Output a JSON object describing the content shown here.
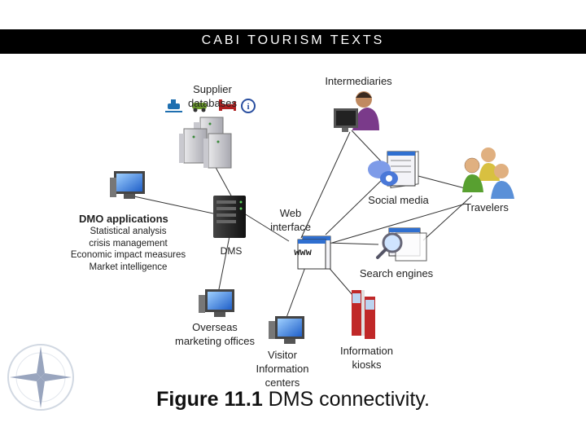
{
  "header": {
    "title": "CABI TOURISM TEXTS"
  },
  "nodes": {
    "supplier": "Supplier databases",
    "intermediaries": "Intermediaries",
    "social_media": "Social media",
    "travelers": "Travelers",
    "web_interface": "Web interface",
    "dms": "DMS",
    "search_engines": "Search engines",
    "overseas": "Overseas marketing offices",
    "visitor": "Visitor Information centers",
    "kiosks": "Information kiosks",
    "www": "www"
  },
  "dmo": {
    "title": "DMO applications",
    "items": [
      "Statistical analysis",
      "crisis management",
      "Economic impact measures",
      "Market intelligence"
    ]
  },
  "caption": {
    "figure": "Figure 11.1",
    "text": " DMS connectivity."
  },
  "colors": {
    "banner": "#000000",
    "line": "#333333",
    "screen": "#2f6fd0"
  }
}
